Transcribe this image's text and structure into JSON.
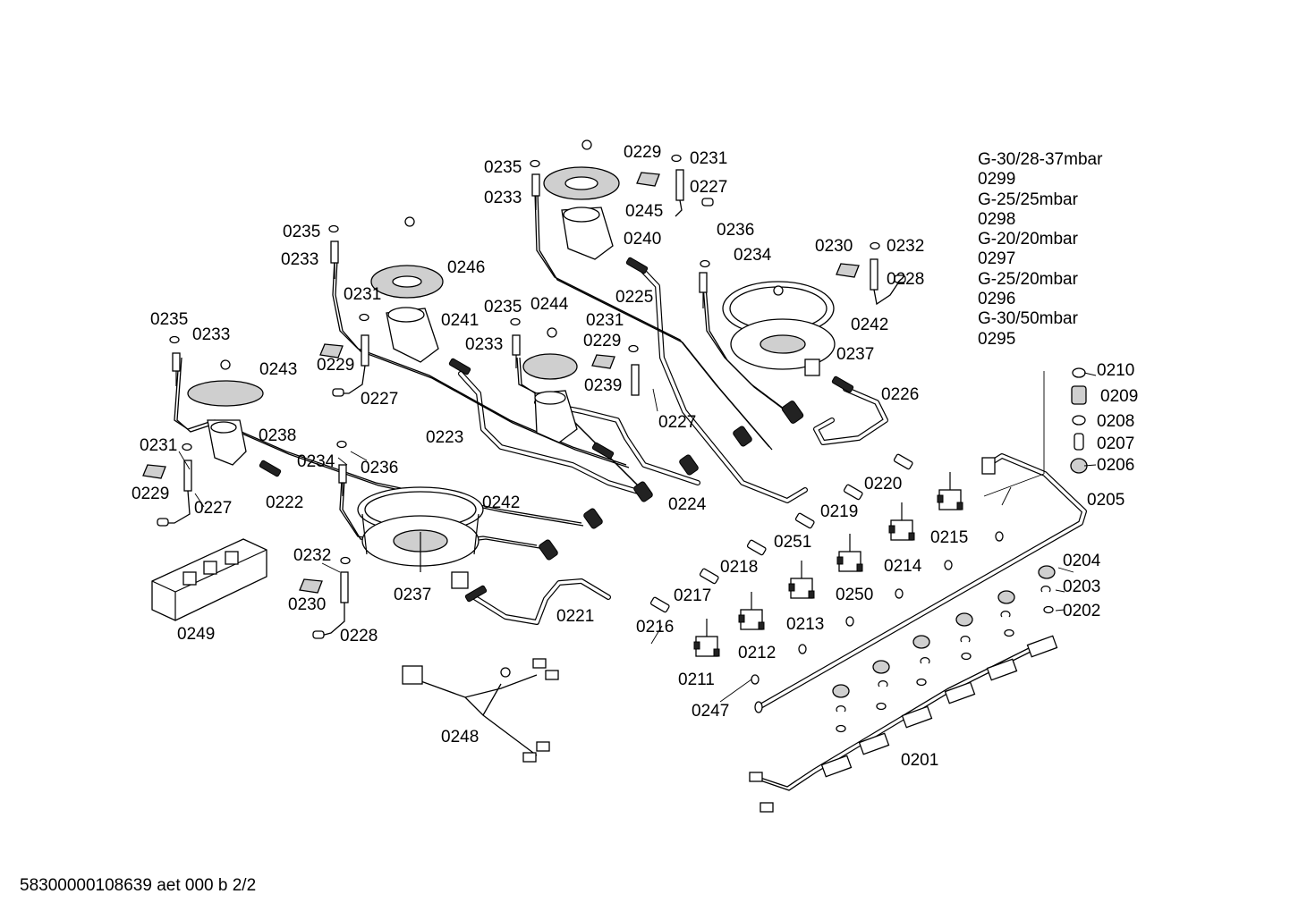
{
  "gas_variants": [
    {
      "label": "G-30/28-37mbar",
      "part": "0299"
    },
    {
      "label": "G-25/25mbar",
      "part": "0298"
    },
    {
      "label": "G-20/20mbar",
      "part": "0297"
    },
    {
      "label": "G-25/20mbar",
      "part": "0296"
    },
    {
      "label": "G-30/50mbar",
      "part": "0295"
    }
  ],
  "footer": "58300000108639 aet 000 b 2/2",
  "callouts": [
    "0235",
    "0233",
    "0229",
    "0231",
    "0227",
    "0245",
    "0240",
    "0236",
    "0234",
    "0230",
    "0232",
    "0228",
    "0235",
    "0233",
    "0246",
    "0231",
    "0241",
    "0235",
    "0244",
    "0231",
    "0229",
    "0233",
    "0225",
    "0242",
    "0237",
    "0235",
    "0233",
    "0243",
    "0229",
    "0227",
    "0239",
    "0226",
    "0227",
    "0223",
    "0231",
    "0238",
    "0234",
    "0236",
    "0220",
    "0229",
    "0227",
    "0222",
    "0242",
    "0224",
    "0219",
    "0205",
    "0251",
    "0215",
    "0232",
    "0218",
    "0214",
    "0250",
    "0204",
    "0217",
    "0213",
    "0230",
    "0237",
    "0203",
    "0221",
    "0202",
    "0249",
    "0228",
    "0216",
    "0212",
    "0211",
    "0247",
    "0248",
    "0201",
    "0210",
    "0209",
    "0208",
    "0207",
    "0206"
  ]
}
